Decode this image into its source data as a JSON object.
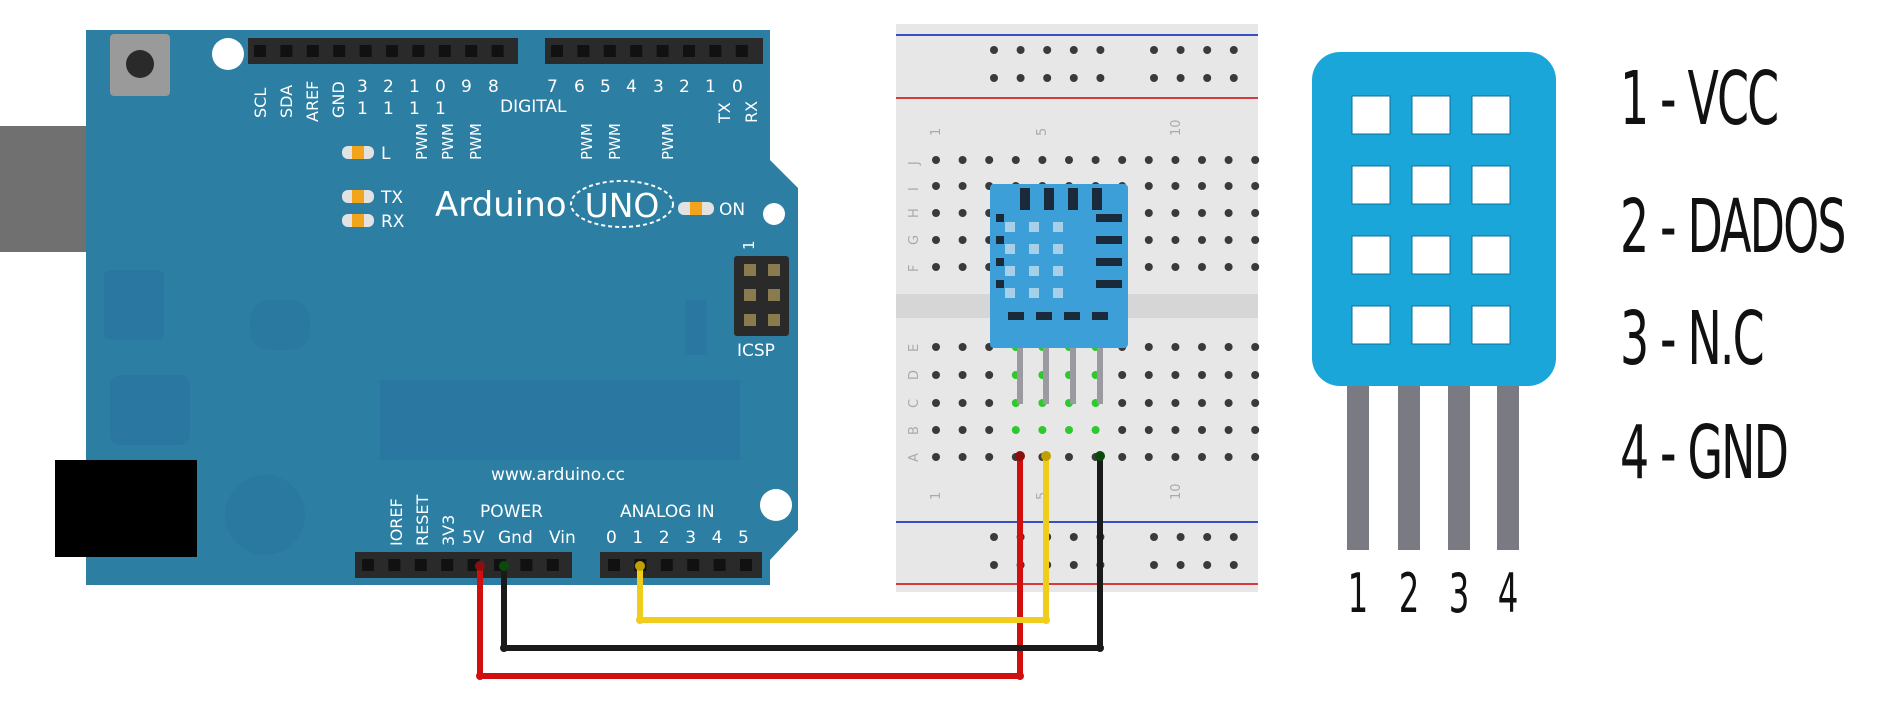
{
  "colors": {
    "board": "#2c7ea3",
    "board_dark": "#1e6788",
    "header": "#2a2a2a",
    "usb": "#707070",
    "jack": "#000000",
    "breadboard": "#e7e7e7",
    "rail_blue": "#3a4fbf",
    "rail_red": "#d63a3a",
    "sensor": "#1aa6d8",
    "sensor_small": "#3d9fd8",
    "pin_gray": "#7a7a82",
    "wire_red": "#d10f0f",
    "wire_black": "#1a1a1a",
    "wire_yellow": "#f0cc1c",
    "led_orange": "#f2a51c",
    "green_hole": "#2ec92e"
  },
  "arduino": {
    "top_labels": [
      "SCL",
      "SDA",
      "AREF",
      "GND"
    ],
    "top_digital_tens": [
      "1",
      "1",
      "1",
      "1"
    ],
    "top_digital_ones": [
      "3",
      "2",
      "1",
      "0",
      "9",
      "8",
      "7",
      "6",
      "5",
      "4",
      "3",
      "2",
      "1",
      "0"
    ],
    "digital_label": "DIGITAL",
    "pwm_label": "PWM",
    "tx_label": "TX",
    "rx_label": "RX",
    "led_l": "L",
    "led_tx": "TX",
    "led_rx": "RX",
    "brand": "Arduino",
    "model": "UNO",
    "on_label": "ON",
    "icsp_label": "ICSP",
    "icsp_pin1": "1",
    "url": "www.arduino.cc",
    "power_label": "POWER",
    "analog_label": "ANALOG IN",
    "power_pins_vertical": [
      "IOREF",
      "RESET",
      "3V3"
    ],
    "power_pins": [
      "5V",
      "Gnd",
      "Vin"
    ],
    "analog_pins": [
      "0",
      "1",
      "2",
      "3",
      "4",
      "5"
    ]
  },
  "breadboard": {
    "rows": [
      "J",
      "I",
      "H",
      "G",
      "F",
      "E",
      "D",
      "C",
      "B",
      "A"
    ],
    "col_labels": [
      "1",
      "5",
      "10"
    ]
  },
  "sensor_pins": [
    "1",
    "2",
    "3",
    "4"
  ],
  "pin_legend": [
    "1 - VCC",
    "2 - DADOS",
    "3 - N.C",
    "4 - GND"
  ]
}
